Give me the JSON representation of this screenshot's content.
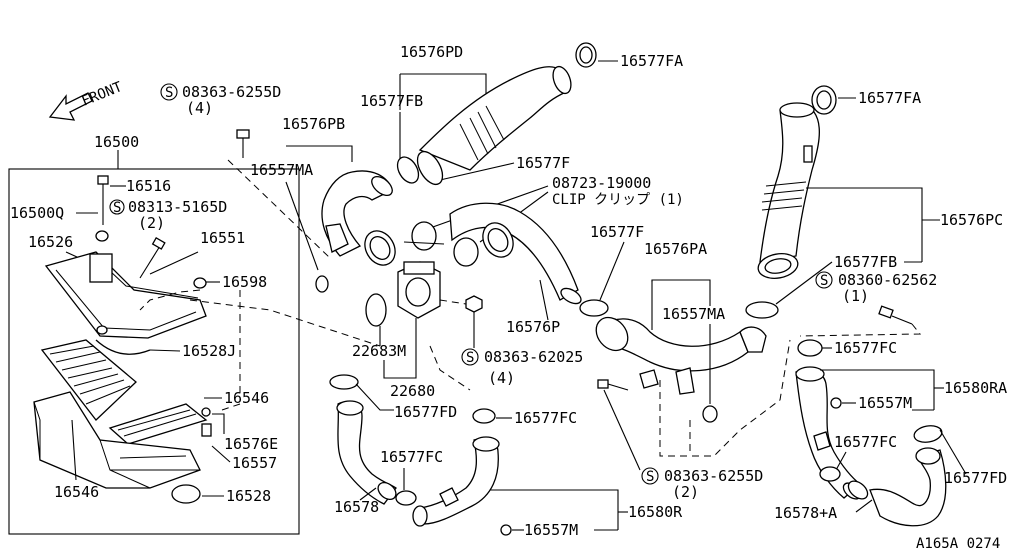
{
  "front_label": "FRONT",
  "ref_code": "A165A 0274",
  "callouts": {
    "c16576PD": "16576PD",
    "c16577FA_1": "16577FA",
    "c16577FA_2": "16577FA",
    "c08363_6255D_top": "08363-6255D",
    "c08363_6255D_top_qty": "(4)",
    "c16577FB_top": "16577FB",
    "c16576PB": "16576PB",
    "c16577F_top": "16577F",
    "c16557MA_left": "16557MA",
    "c08723_19000": "08723-19000",
    "clip_note": "CLIP クリップ (1)",
    "c16500": "16500",
    "c16516": "16516",
    "c16500Q": "16500Q",
    "c08313_5165D": "08313-5165D",
    "c08313_5165D_qty": "(2)",
    "c16526": "16526",
    "c16551": "16551",
    "c16598": "16598",
    "c16528J": "16528J",
    "c16546_right": "16546",
    "c16576E": "16576E",
    "c16557": "16557",
    "c16546_left": "16546",
    "c16528": "16528",
    "c16577F_mid": "16577F",
    "c16576PA": "16576PA",
    "c16576PC": "16576PC",
    "c16577FB_right": "16577FB",
    "c08360_62562": "08360-62562",
    "c08360_62562_qty": "(1)",
    "c16557MA_mid": "16557MA",
    "c16576P": "16576P",
    "c22683M": "22683M",
    "c08363_62025": "08363-62025",
    "c08363_62025_qty": "(4)",
    "c22680": "22680",
    "c16577FC_right": "16577FC",
    "c16580RA": "16580RA",
    "c16557M_right": "16557M",
    "c16577FC_right2": "16577FC",
    "c16577FD_right": "16577FD",
    "c16578A": "16578+A",
    "c16577FD_left": "16577FD",
    "c16577FC_left": "16577FC",
    "c16577FC_bottom": "16577FC",
    "c08363_6255D_bottom": "08363-6255D",
    "c08363_6255D_bottom_qty": "(2)",
    "c16578": "16578",
    "c16580R": "16580R",
    "c16557M_bottom": "16557M"
  },
  "bolt_symbol": "S"
}
